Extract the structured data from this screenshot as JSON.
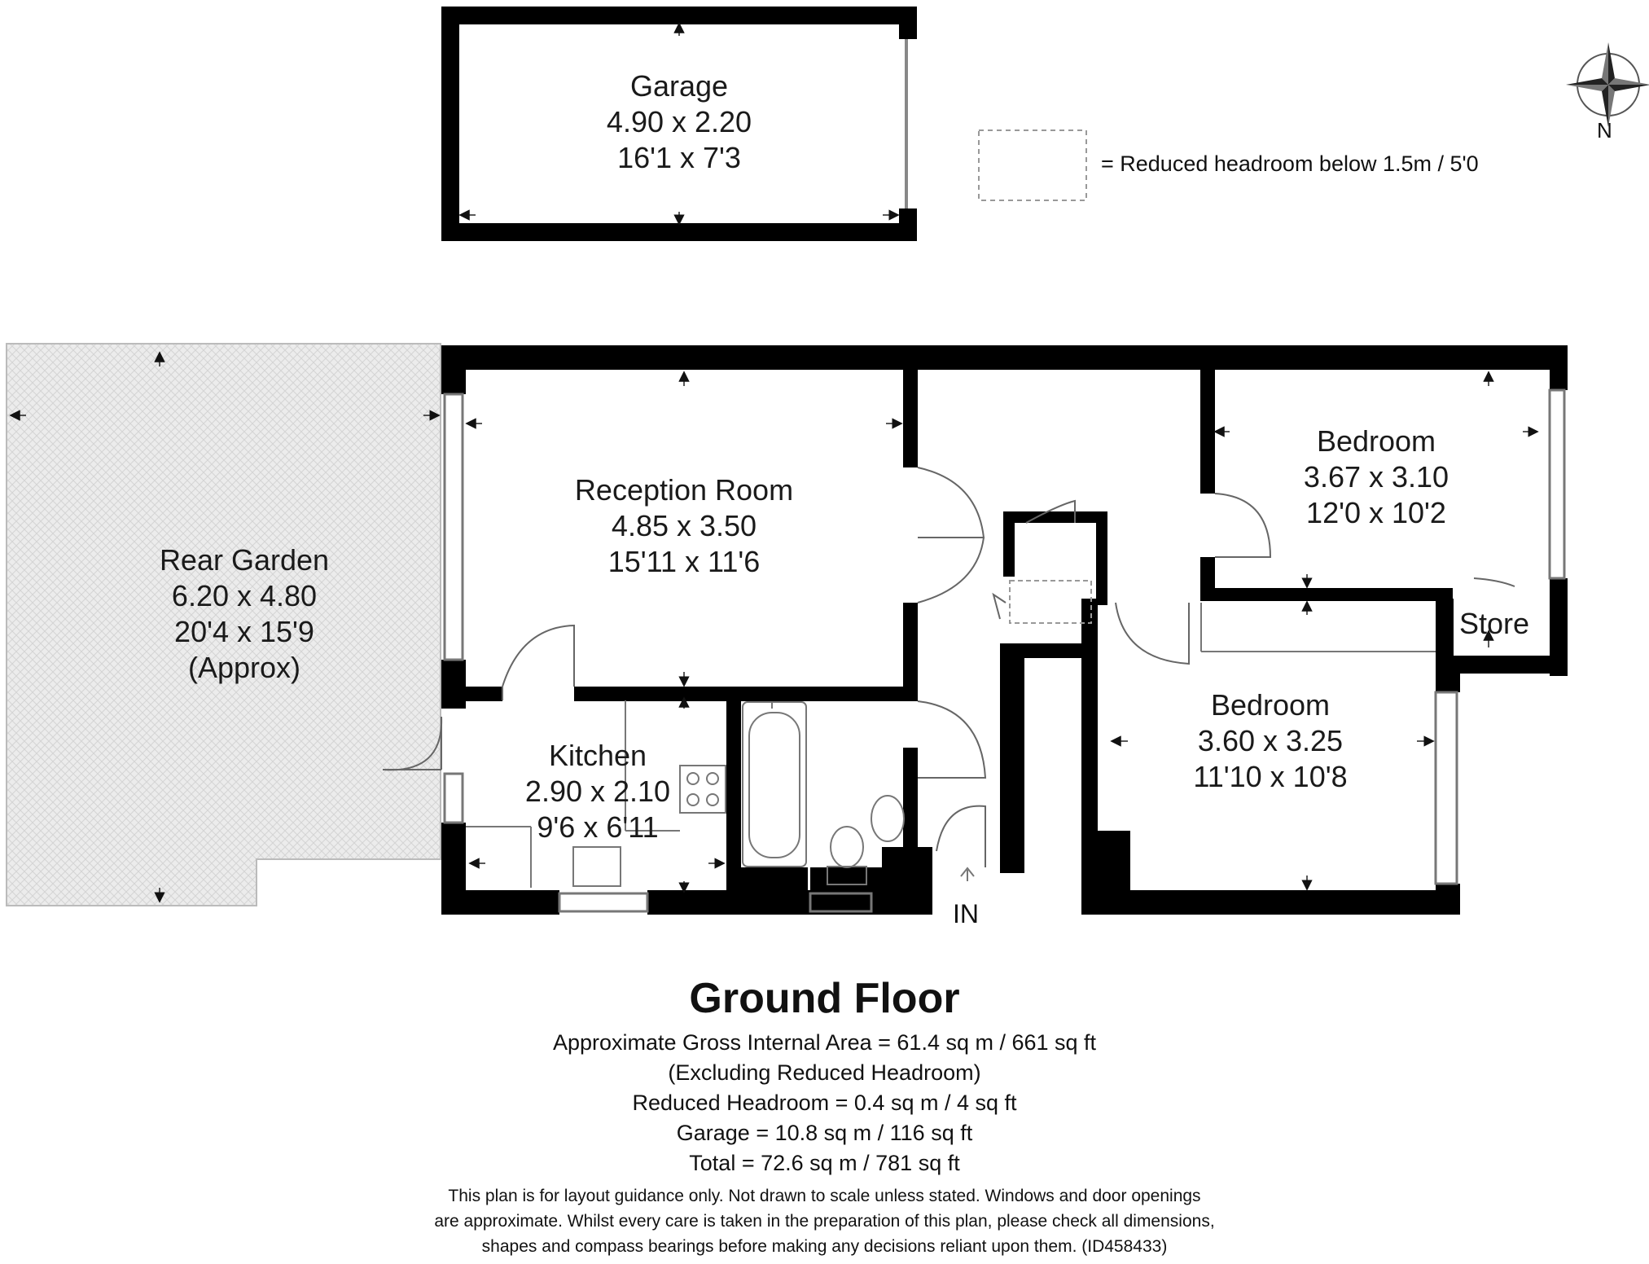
{
  "rooms": {
    "garage": {
      "name": "Garage",
      "metric": "4.90 x 2.20",
      "imperial": "16'1 x 7'3"
    },
    "reception": {
      "name": "Reception Room",
      "metric": "4.85 x 3.50",
      "imperial": "15'11 x 11'6"
    },
    "garden": {
      "name": "Rear Garden",
      "metric": "6.20 x 4.80",
      "imperial": "20'4 x 15'9",
      "note": "(Approx)"
    },
    "bedroom1": {
      "name": "Bedroom",
      "metric": "3.67 x 3.10",
      "imperial": "12'0 x 10'2"
    },
    "bedroom2": {
      "name": "Bedroom",
      "metric": "3.60 x 3.25",
      "imperial": "11'10 x 10'8"
    },
    "kitchen": {
      "name": "Kitchen",
      "metric": "2.90 x 2.10",
      "imperial": "9'6 x 6'11"
    },
    "store": {
      "name": "Store"
    }
  },
  "legend": {
    "text": "= Reduced headroom below 1.5m / 5'0"
  },
  "compass": {
    "label": "N"
  },
  "entrance": {
    "label": "IN"
  },
  "floor": {
    "title": "Ground Floor"
  },
  "areas": {
    "line1": "Approximate Gross Internal Area  = 61.4 sq m / 661 sq ft",
    "line2": "(Excluding Reduced Headroom)",
    "line3": "Reduced Headroom = 0.4 sq m / 4 sq ft",
    "line4": "Garage = 10.8 sq m / 116 sq ft",
    "line5": "Total = 72.6 sq m / 781 sq ft"
  },
  "disclaimer": {
    "line1": "This plan is for layout guidance only. Not drawn to scale unless stated. Windows and door openings",
    "line2": "are approximate. Whilst every care is taken in the preparation of this plan, please check all dimensions,",
    "line3": "shapes and compass bearings before making any decisions reliant upon them. (ID458433)"
  },
  "colors": {
    "wall": "#000000",
    "garden_fill": "#eaeaea",
    "text": "#1a1a1a"
  }
}
